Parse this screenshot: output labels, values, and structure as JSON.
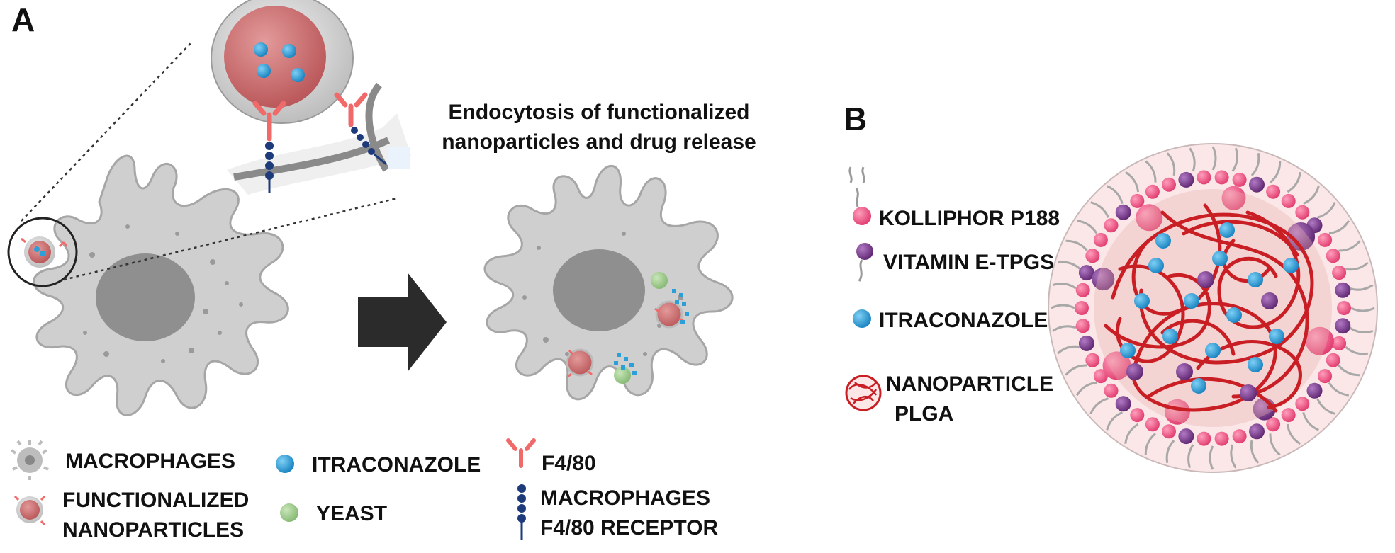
{
  "panel_a": {
    "label": "A",
    "caption_line1": "Endocytosis of functionalized",
    "caption_line2": "nanoparticles and drug release",
    "legend": {
      "macrophages": "MACROPHAGES",
      "functionalized_1": "FUNCTIONALIZED",
      "functionalized_2": "NANOPARTICLES",
      "itraconazole": "ITRACONAZOLE",
      "yeast": "YEAST",
      "f480": "F4/80",
      "receptor_1": "MACROPHAGES",
      "receptor_2": "F4/80 RECEPTOR"
    }
  },
  "panel_b": {
    "label": "B",
    "legend": {
      "kolliphor": "KOLLIPHOR P188",
      "vitamin": "VITAMIN E-TPGS",
      "itraconazole": "ITRACONAZOLE",
      "nanoparticle_1": "NANOPARTICLE",
      "nanoparticle_2": "PLGA"
    }
  },
  "colors": {
    "cell_body": "#cfcfcf",
    "cell_outline": "#9a9a9a",
    "nucleus": "#8f8f8f",
    "nanoparticle_core": "#c86466",
    "itraconazole": "#2a9fd8",
    "yeast": "#9bc98a",
    "f480_antibody": "#f06a6a",
    "receptor": "#1d3a7a",
    "kolliphor": "#f25c8c",
    "vitamin": "#7a3b8c",
    "plga": "#c81e24",
    "arrow": "#2b2b2b"
  }
}
